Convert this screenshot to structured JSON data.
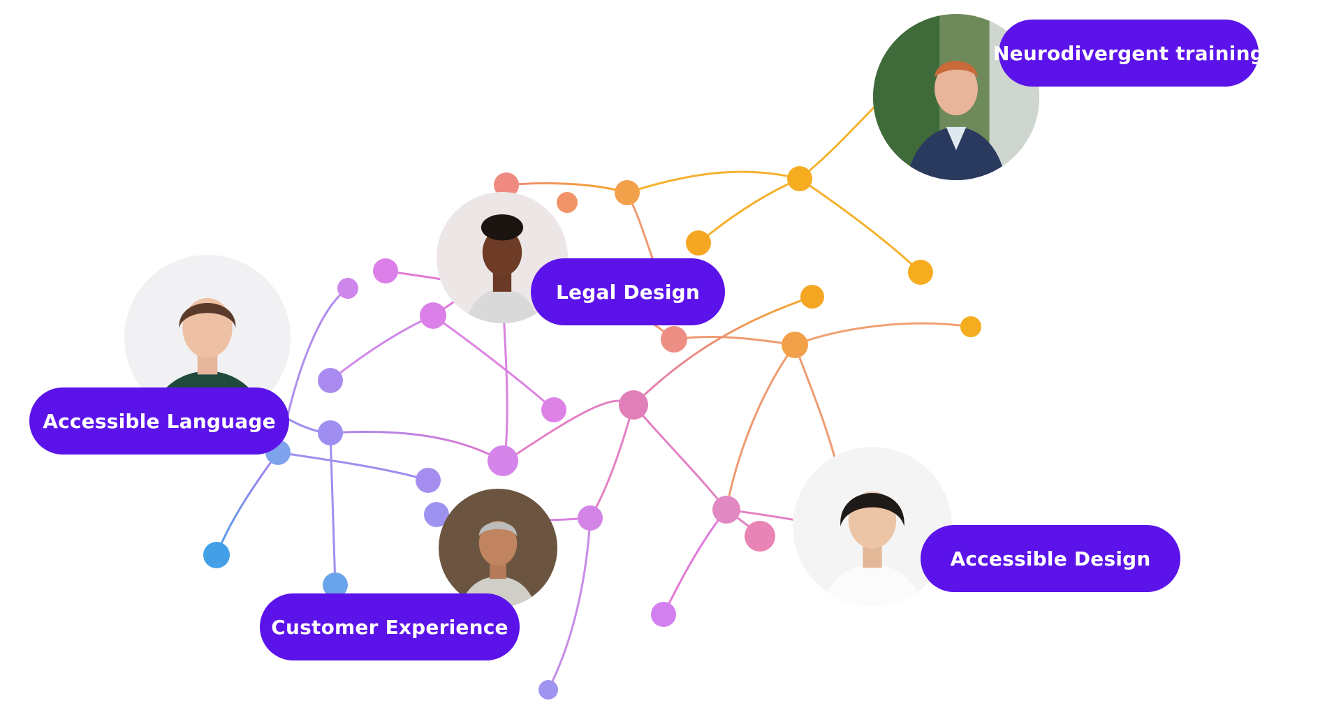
{
  "labels": {
    "neurodivergent": "Neurodivergent training",
    "legal": "Legal Design",
    "accessible_language": "Accessible Language",
    "customer_experience": "Customer Experience",
    "accessible_design": "Accessible Design"
  },
  "colors": {
    "pill": "#5b13ea",
    "orange": "#f5a623",
    "salmon": "#ef8a7a",
    "pink": "#e17ac8",
    "violet": "#b17ff0",
    "blue": "#4e9fe8"
  },
  "icons": {
    "neurodivergent": "person-photo-icon",
    "legal": "person-photo-icon",
    "accessible_language": "person-photo-icon",
    "customer_experience": "person-photo-icon",
    "accessible_design": "person-photo-icon"
  }
}
